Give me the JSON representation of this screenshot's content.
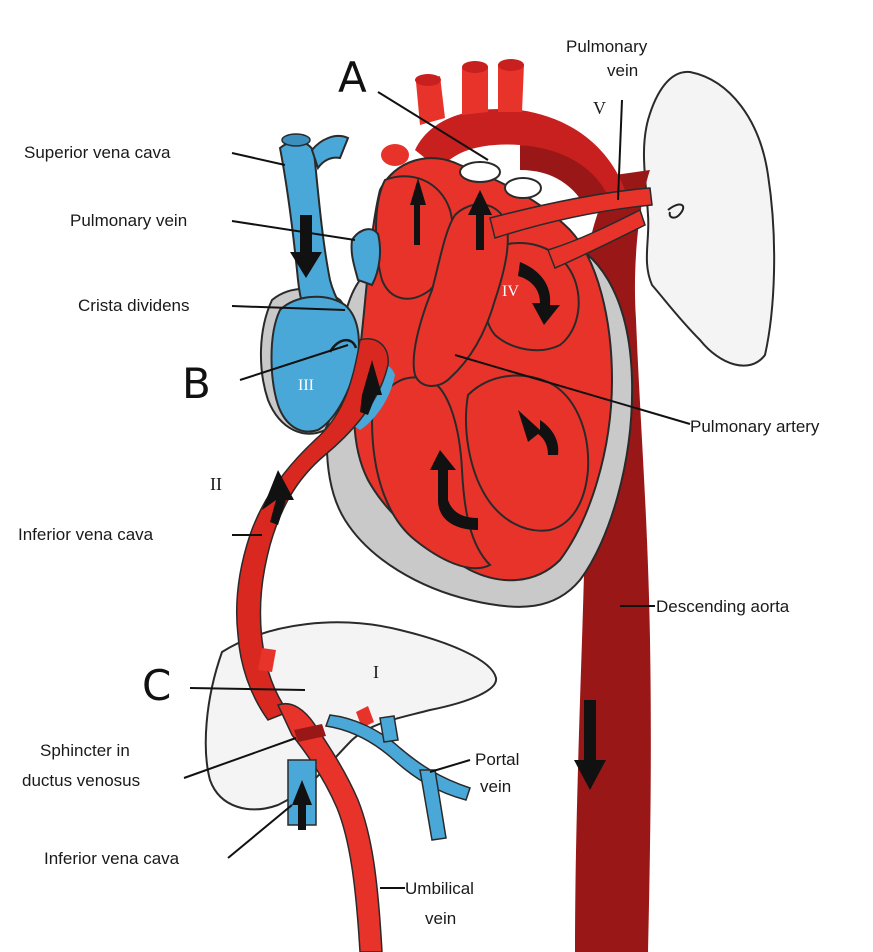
{
  "colors": {
    "oxygenated": "#e8332b",
    "dark_red": "#b51d1d",
    "aorta_dark": "#9a1717",
    "deoxygenated": "#4aa8d8",
    "pericardium": "#c9c9c9",
    "organ_fill": "#f4f4f4"
  },
  "letters": {
    "a": "A",
    "b": "B",
    "c": "C"
  },
  "roman": {
    "one": "I",
    "two": "II",
    "three": "III",
    "four": "IV",
    "five": "V"
  },
  "labels": {
    "superior_vena_cava": "Superior vena cava",
    "pulmonary_vein_left": "Pulmonary vein",
    "crista_dividens": "Crista dividens",
    "inferior_vena_cava_upper": "Inferior vena cava",
    "sphincter_line1": "Sphincter in",
    "sphincter_line2": "ductus venosus",
    "inferior_vena_cava_lower": "Inferior vena cava",
    "pulmonary_vein_top_line1": "Pulmonary",
    "pulmonary_vein_top_line2": "vein",
    "pulmonary_artery": "Pulmonary artery",
    "descending_aorta": "Descending aorta",
    "portal_vein_line1": "Portal",
    "portal_vein_line2": "vein",
    "umbilical_vein_line1": "Umbilical",
    "umbilical_vein_line2": "vein"
  },
  "icons": {
    "flow_arrow": "flow-arrow-icon"
  }
}
